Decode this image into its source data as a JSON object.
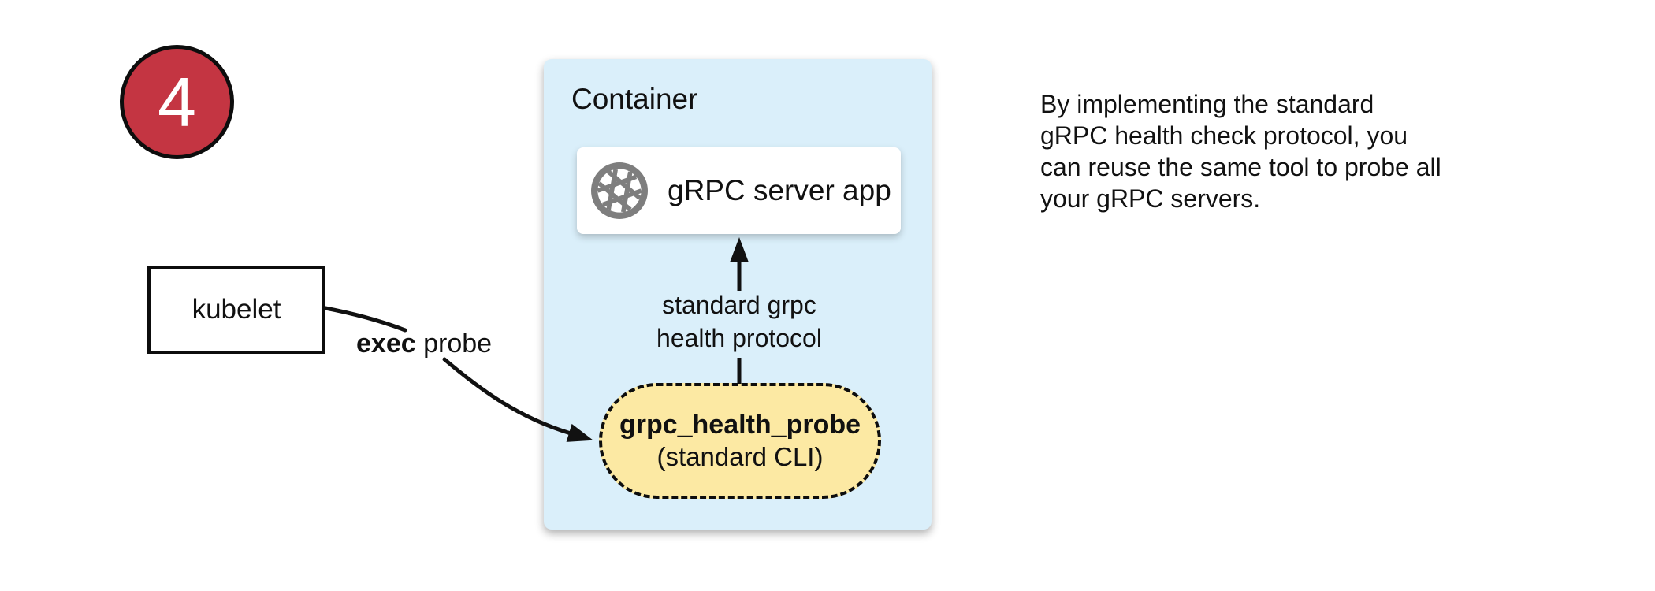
{
  "step_badge": {
    "number": "4"
  },
  "kubelet_box": {
    "label": "kubelet"
  },
  "exec_probe_label": {
    "bold_text": "exec",
    "normal_text": " probe"
  },
  "container": {
    "title": "Container",
    "server_box": {
      "label": "gRPC server app",
      "icon": "grpc-aperture-icon"
    },
    "protocol_arrow_label": "standard grpc\nhealth protocol",
    "probe_pill": {
      "name": "grpc_health_probe",
      "subtitle": "(standard CLI)"
    }
  },
  "annotation": {
    "text": "By implementing the standard\ngRPC health check protocol, you\ncan reuse the same tool to probe all\nyour gRPC servers."
  },
  "colors": {
    "badge_red": "#C43542",
    "container_blue": "#DAEFFA",
    "pill_yellow": "#FCE9A3",
    "icon_gray": "#7E7E7E",
    "line_black": "#111111"
  }
}
